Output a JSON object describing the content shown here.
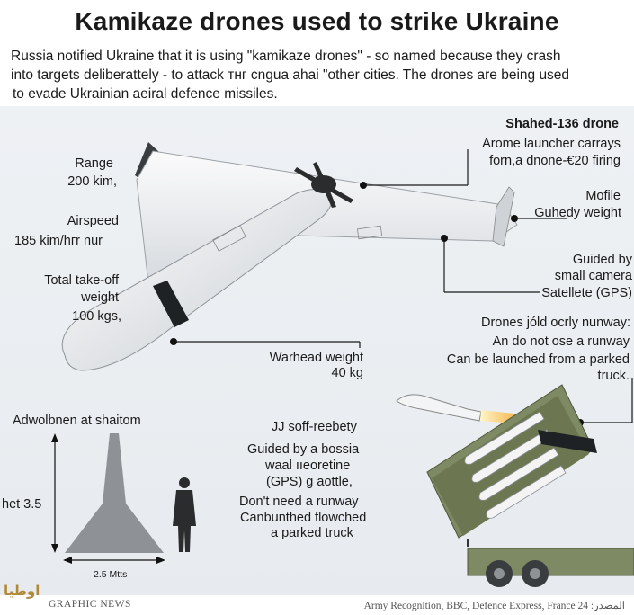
{
  "header": {
    "title": "Kamikaze drones used to strike Ukraine",
    "intro_lines": [
      "Russia notified Ukraine that it is using \"kamikaze drones\" - so named because they crash",
      "into targets deliberattely - to attack тнг cngua ahai \"other cities. The drones are being used",
      "to evade Ukrainian aeiral defence missiles."
    ]
  },
  "left_specs": {
    "range_label": "Range",
    "range_value": "200 kim,",
    "airspeed_label": "Airspeed",
    "airspeed_value": "185 kim/hгr nur",
    "takeoff_label_1": "Total take-off",
    "takeoff_label_2": "weight",
    "takeoff_value": "100 kgs,"
  },
  "warhead": {
    "label": "Warhead weight",
    "value": "40 kg"
  },
  "right_specs": {
    "drone_name": "Shahed-136 drone",
    "launcher_1": "Arome launcher carrays",
    "launcher_2": "forn,a dnone-€20 firing",
    "mobile_1": "Mofile",
    "mobile_2": "Guhedy weight",
    "guided_1": "Guided by",
    "guided_2": "small camera",
    "guided_3": "Satellete (GPS)",
    "runway_1": "Drones jóld ocrly nunway:",
    "runway_2": "An do not ose a runway",
    "runway_3": "Can be launched from a parked",
    "runway_4": "truck."
  },
  "bottom_notes": {
    "l1": "JJ soff-reebety",
    "l2": "Guided by a bossia",
    "l3": "waal ııeoretine",
    "l4": "(GPS) g aottle,",
    "l5": "Don't need a runway",
    "l6": "Canbunthed flowched",
    "l7": "a parked truck"
  },
  "scale": {
    "heading": "Adwolbnen at shaitom",
    "height_label": "het 3.5",
    "width_label": "2.5 Mtts"
  },
  "footer": {
    "left": "GRAPHIC NEWS",
    "right": "Army Recognition, BBC, Defence Express, France 24 :المصدر",
    "watermark": "اوطيا"
  },
  "colors": {
    "panel": "#e9edf1",
    "drone": "#f4f5f6",
    "launcher_green": "#7e8a63",
    "flame": "#f3a623"
  }
}
